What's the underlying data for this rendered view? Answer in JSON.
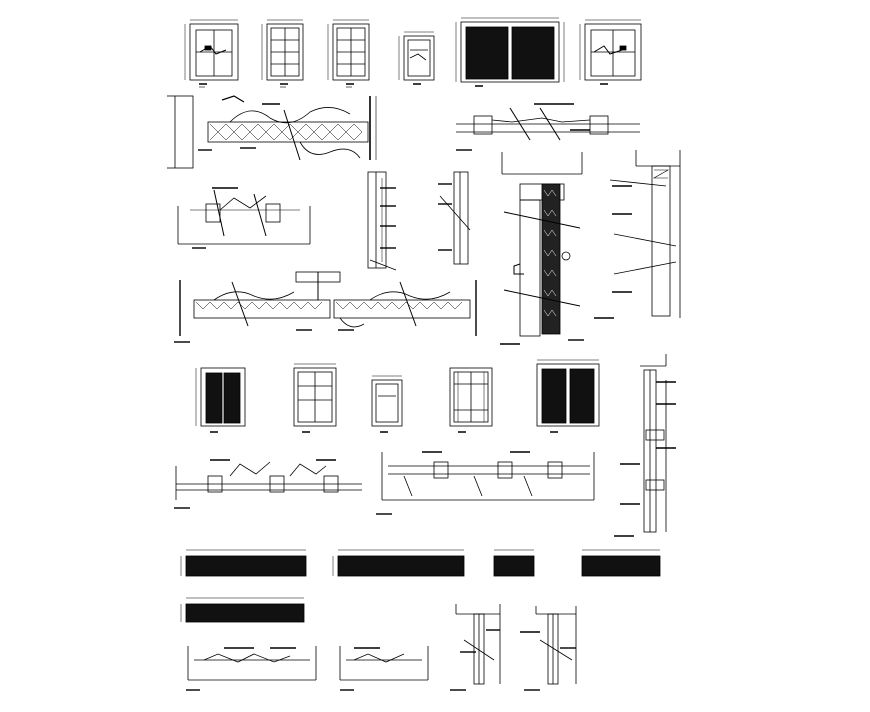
{
  "sheet": {
    "background": "#ffffff",
    "ink": "#000000",
    "printed_text": []
  },
  "drawings": [
    {
      "kind": "door-elevation",
      "variant": "double-leaf-glazed",
      "caption": ""
    },
    {
      "kind": "door-elevation",
      "variant": "panel-grid",
      "caption": ""
    },
    {
      "kind": "door-elevation",
      "variant": "panel-grid",
      "caption": ""
    },
    {
      "kind": "door-elevation",
      "variant": "single-leaf",
      "caption": ""
    },
    {
      "kind": "door-elevation",
      "variant": "double-leaf-solid",
      "caption": ""
    },
    {
      "kind": "door-elevation",
      "variant": "double-leaf-glazed",
      "caption": ""
    },
    {
      "kind": "horizontal-section",
      "variant": "carved-panel",
      "caption": ""
    },
    {
      "kind": "horizontal-section",
      "variant": "frame-detail",
      "caption": ""
    },
    {
      "kind": "horizontal-section",
      "variant": "jamb-detail",
      "caption": ""
    },
    {
      "kind": "vertical-section",
      "variant": "frame",
      "caption": ""
    },
    {
      "kind": "vertical-section",
      "variant": "frame",
      "caption": ""
    },
    {
      "kind": "vertical-section",
      "variant": "carved-leaf",
      "caption": ""
    },
    {
      "kind": "vertical-section",
      "variant": "head-to-sill",
      "caption": ""
    },
    {
      "kind": "horizontal-section",
      "variant": "double-carved-panel",
      "caption": ""
    },
    {
      "kind": "door-elevation",
      "variant": "double-leaf-solid",
      "caption": ""
    },
    {
      "kind": "door-elevation",
      "variant": "panel-grid",
      "caption": ""
    },
    {
      "kind": "door-elevation",
      "variant": "single-leaf",
      "caption": ""
    },
    {
      "kind": "door-elevation",
      "variant": "glazed-grid",
      "caption": ""
    },
    {
      "kind": "door-elevation",
      "variant": "double-leaf-solid",
      "caption": ""
    },
    {
      "kind": "vertical-section",
      "variant": "tall-frame",
      "caption": ""
    },
    {
      "kind": "horizontal-section",
      "variant": "sliding-frame",
      "caption": ""
    },
    {
      "kind": "horizontal-section",
      "variant": "wide-frame",
      "caption": ""
    },
    {
      "kind": "plan-strip",
      "variant": "dimensioned",
      "caption": ""
    },
    {
      "kind": "plan-strip",
      "variant": "dimensioned",
      "caption": ""
    },
    {
      "kind": "plan-strip",
      "variant": "dimensioned",
      "caption": ""
    },
    {
      "kind": "plan-strip",
      "variant": "dimensioned",
      "caption": ""
    },
    {
      "kind": "plan-strip",
      "variant": "dimensioned",
      "caption": ""
    },
    {
      "kind": "horizontal-section",
      "variant": "bi-fold",
      "caption": ""
    },
    {
      "kind": "horizontal-section",
      "variant": "single-swing",
      "caption": ""
    },
    {
      "kind": "vertical-section",
      "variant": "jamb",
      "caption": ""
    },
    {
      "kind": "vertical-section",
      "variant": "jamb",
      "caption": ""
    }
  ]
}
